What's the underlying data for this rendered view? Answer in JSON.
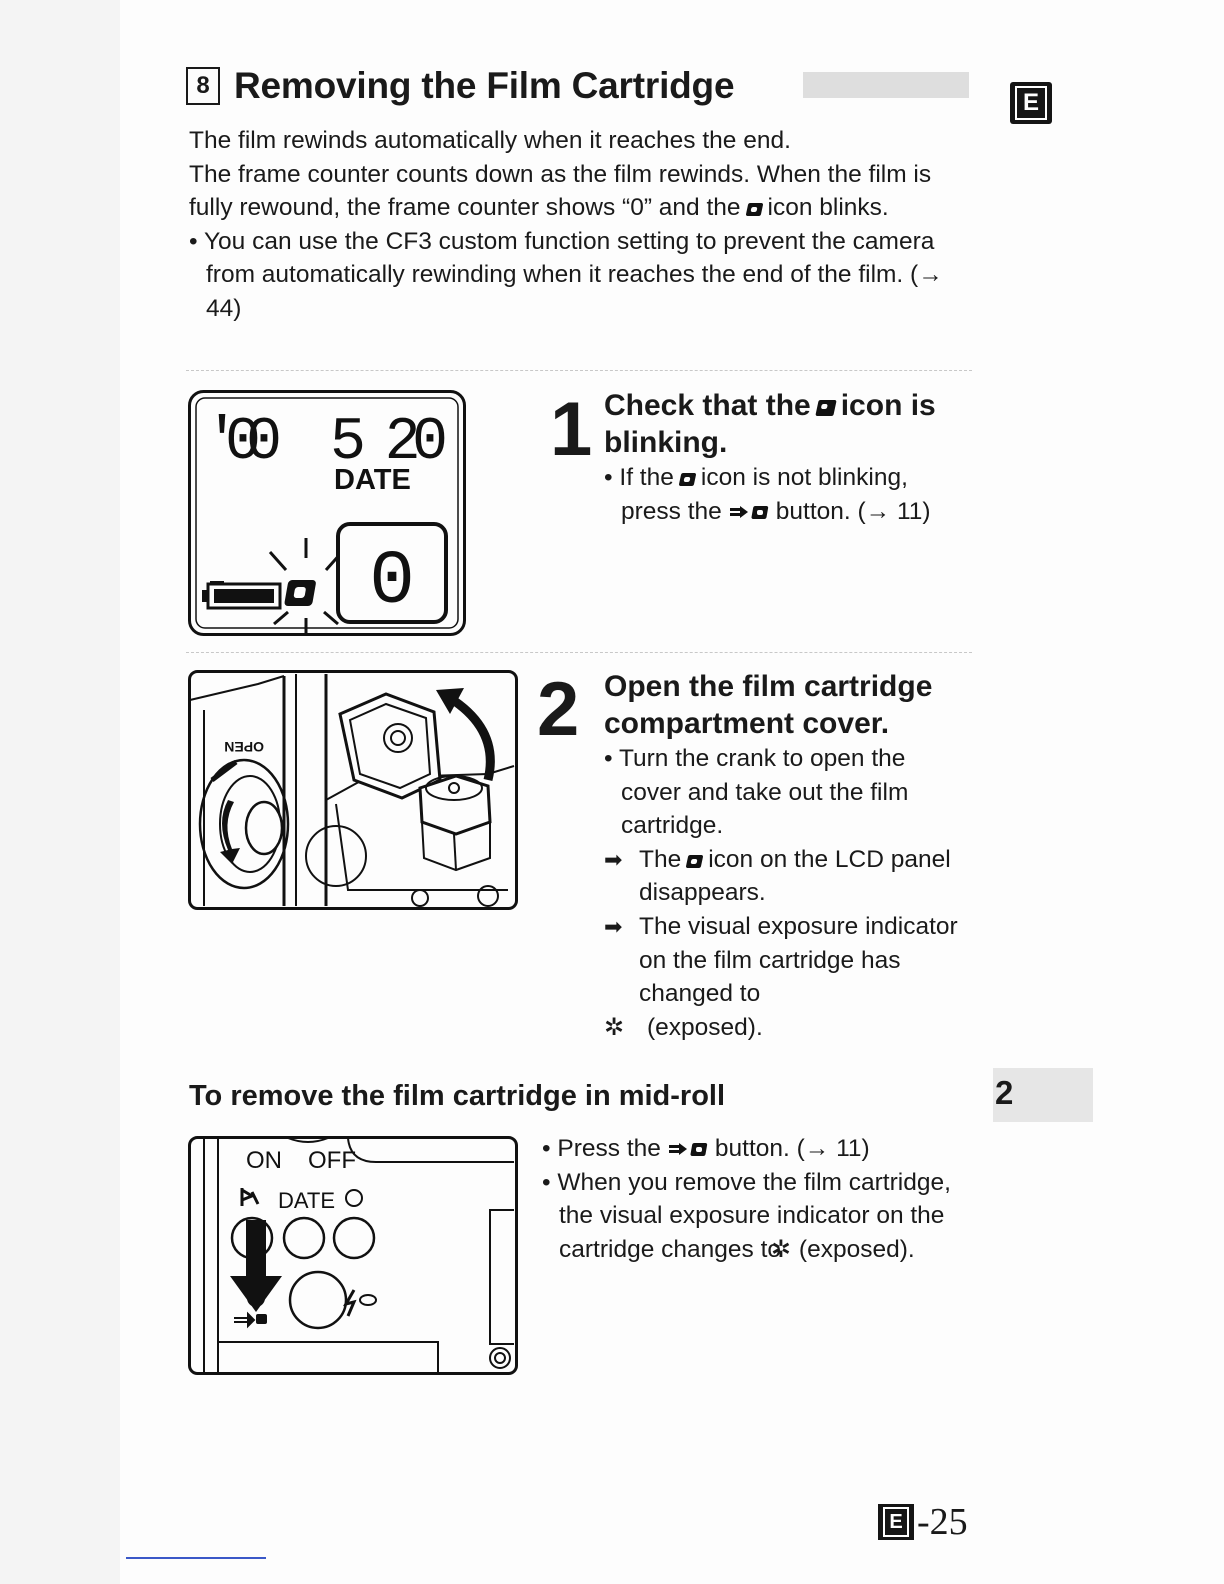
{
  "header": {
    "section_number": "8",
    "title": "Removing the Film Cartridge",
    "language_badge": "E"
  },
  "intro": {
    "p1": "The film rewinds automatically when it reaches the end.",
    "p2_before": "The frame counter counts down as the film rewinds. When the film is fully rewound, the frame counter shows “0” and the",
    "p2_after": "icon blinks.",
    "bullet": "• You can use the CF3 custom function setting to prevent the camera from automatically rewinding when it reaches the end of the film. (→ 44)"
  },
  "step1": {
    "number": "1",
    "heading_before": "Check that the",
    "heading_after": "icon is blinking.",
    "bullet_before": "• If the",
    "bullet_middle": "icon is not blinking, press the",
    "bullet_after": "button. (→ 11)",
    "lcd": {
      "year": "'00",
      "date": "5 20",
      "date_label": "DATE",
      "counter": "0"
    }
  },
  "step2": {
    "number": "2",
    "heading": "Open the film cartridge compartment cover.",
    "bullet": "• Turn the crank to open the cover and take out the film cartridge.",
    "result1_before": "The",
    "result1_after": "icon on the LCD panel disappears.",
    "result2_before": "The visual exposure indicator on the film cartridge has changed to",
    "result2_after": "(exposed).",
    "exposed_symbol": "✲",
    "arrow_symbol": "➡",
    "illustration_label": "OPEN"
  },
  "midroll": {
    "heading": "To remove the film cartridge in mid-roll",
    "bullet1_before": "• Press the",
    "bullet1_after": "button. (→ 11)",
    "bullet2_before": "• When you remove the film cartridge, the visual exposure indicator on the cartridge changes to",
    "bullet2_after": "(exposed).",
    "panel": {
      "on": "ON",
      "off": "OFF",
      "date": "DATE"
    }
  },
  "chapter_tab": "2",
  "page_number": {
    "prefix": "E",
    "number": "-25"
  }
}
